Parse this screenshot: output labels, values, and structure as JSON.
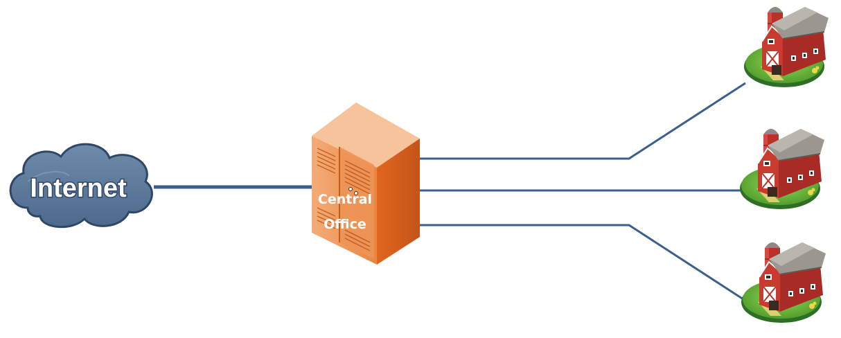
{
  "diagram": {
    "internet_label": "Internet",
    "central_office_line1": "Central",
    "central_office_line2": "Office",
    "farm_count": 3
  },
  "colors": {
    "link_line": "#3b5f8c",
    "cloud_fill": "#5a7799",
    "cloud_stroke": "#2e4766",
    "server_light": "#f2a16a",
    "server_mid": "#e8772f",
    "server_dark": "#c85a1a",
    "barn_red": "#b8322a",
    "barn_roof": "#8d8a85",
    "grass": "#6cbf3a"
  },
  "icons": {
    "internet": "cloud-icon",
    "central_office": "server-tower-icon",
    "farm": "barn-icon"
  }
}
